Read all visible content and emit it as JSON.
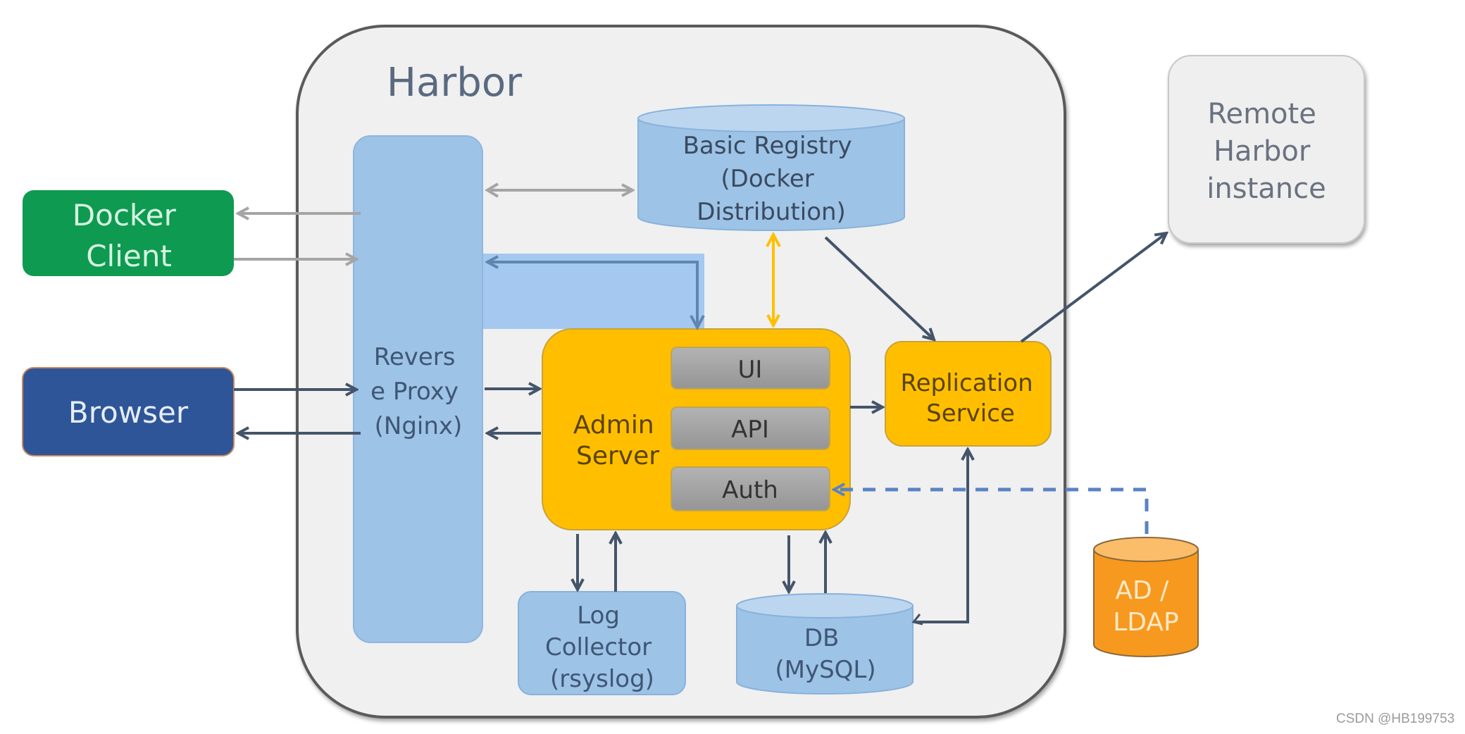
{
  "title": "Harbor",
  "colors": {
    "harbor_fill": "#f0f0f0",
    "harbor_border": "#5a5a5a",
    "docker_client": "#0e9a50",
    "browser": "#2e5597",
    "blue_component": "#9dc3e6",
    "admin_server": "#ffbf00",
    "module_gray": "#a6a6a6",
    "ldap": "#f7991e",
    "remote": "#efefef",
    "arrow_dark": "#44546a",
    "arrow_gray": "#a5a5a5",
    "arrow_yellow": "#ffc000",
    "dashed_blue": "#5b82c5"
  },
  "nodes": {
    "docker_client": {
      "lines": [
        "Docker",
        "Client"
      ]
    },
    "browser": {
      "lines": [
        "Browser"
      ]
    },
    "reverse_proxy": {
      "lines": [
        "Revers",
        "e Proxy",
        "(Nginx)"
      ]
    },
    "basic_registry": {
      "lines": [
        "Basic Registry",
        "(Docker",
        "Distribution)"
      ]
    },
    "admin_server": {
      "lines": [
        "Admin",
        "Server"
      ]
    },
    "modules": [
      {
        "label": "UI"
      },
      {
        "label": "API"
      },
      {
        "label": "Auth"
      }
    ],
    "replication_service": {
      "lines": [
        "Replication",
        "Service"
      ]
    },
    "remote_harbor": {
      "lines": [
        "Remote",
        "Harbor",
        "instance"
      ]
    },
    "log_collector": {
      "lines": [
        "Log",
        "Collector",
        "(rsyslog)"
      ]
    },
    "db": {
      "lines": [
        "DB",
        "(MySQL)"
      ]
    },
    "ad_ldap": {
      "lines": [
        "AD /",
        "LDAP"
      ]
    }
  },
  "connections": [
    {
      "from": "reverse_proxy",
      "to": "docker_client",
      "style": "gray"
    },
    {
      "from": "docker_client",
      "to": "reverse_proxy",
      "style": "gray"
    },
    {
      "from": "reverse_proxy",
      "to": "basic_registry",
      "style": "gray",
      "bidirectional": true
    },
    {
      "from": "admin_server",
      "to": "reverse_proxy",
      "style": "highlighted"
    },
    {
      "from": "reverse_proxy",
      "to": "admin_server",
      "style": "highlighted"
    },
    {
      "from": "basic_registry",
      "to": "admin_server",
      "style": "yellow",
      "bidirectional": true
    },
    {
      "from": "browser",
      "to": "reverse_proxy",
      "style": "dark"
    },
    {
      "from": "reverse_proxy",
      "to": "browser",
      "style": "dark"
    },
    {
      "from": "reverse_proxy",
      "to": "admin_server",
      "style": "dark"
    },
    {
      "from": "admin_server",
      "to": "reverse_proxy",
      "style": "dark"
    },
    {
      "from": "admin_server",
      "to": "replication_service",
      "style": "dark"
    },
    {
      "from": "basic_registry",
      "to": "replication_service",
      "style": "dark"
    },
    {
      "from": "replication_service",
      "to": "remote_harbor",
      "style": "dark"
    },
    {
      "from": "admin_server",
      "to": "log_collector",
      "style": "dark"
    },
    {
      "from": "log_collector",
      "to": "admin_server",
      "style": "dark"
    },
    {
      "from": "admin_server",
      "to": "db",
      "style": "dark"
    },
    {
      "from": "db",
      "to": "admin_server",
      "style": "dark"
    },
    {
      "from": "db",
      "to": "replication_service",
      "style": "dark"
    },
    {
      "from": "ad_ldap",
      "to": "auth",
      "style": "dashed"
    }
  ],
  "watermark": "CSDN @HB199753"
}
